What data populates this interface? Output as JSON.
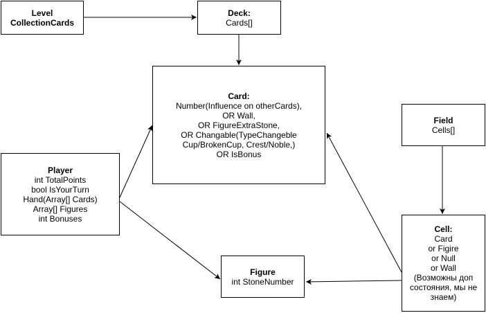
{
  "nodes": {
    "level": {
      "title_lines": [
        "Level",
        "CollectionCards"
      ],
      "body": []
    },
    "deck": {
      "title": "Deck:",
      "body": [
        "Cards[]"
      ]
    },
    "card": {
      "title": "Card:",
      "body": [
        "Number(Influence on otherCards),",
        "OR Wall,",
        "OR FigureExtraStone,",
        "OR Changable(TypeChangeble",
        "Cup/BrokenCup, Crest/Noble,)",
        "OR IsBonus"
      ]
    },
    "field": {
      "title": "Field",
      "body": [
        "Cells[]"
      ]
    },
    "player": {
      "title": "Player",
      "body": [
        "int TotalPoints",
        "bool IsYourTurn",
        "Hand(Array[] Cards)",
        "Array[] Figures",
        "int Bonuses"
      ]
    },
    "figure": {
      "title": "Figure",
      "body": [
        "int StoneNumber"
      ]
    },
    "cell": {
      "title": "Cell:",
      "body": [
        "Card",
        "or Figire",
        "or Null",
        "or Wall",
        "(Возможны доп",
        "состояния, мы не",
        "знаем)"
      ]
    }
  },
  "edges": [
    {
      "from": "level",
      "to": "deck"
    },
    {
      "from": "deck",
      "to": "card"
    },
    {
      "from": "player",
      "to": "card"
    },
    {
      "from": "player",
      "to": "figure"
    },
    {
      "from": "field",
      "to": "cell"
    },
    {
      "from": "cell",
      "to": "card"
    },
    {
      "from": "cell",
      "to": "figure"
    }
  ]
}
